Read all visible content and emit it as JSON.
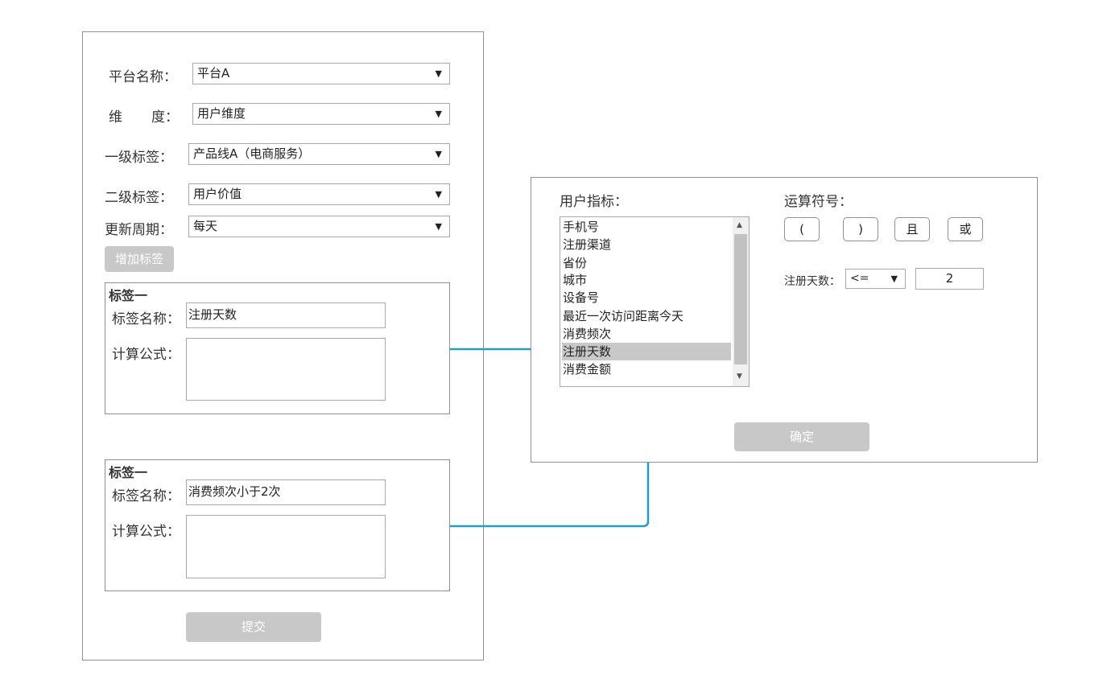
{
  "form": {
    "platform_label": "平台名称：",
    "platform_value": "平台A",
    "dimension_label_1": "维",
    "dimension_label_2": "度：",
    "dimension_value": "用户维度",
    "tag1_label": "一级标签：",
    "tag1_value": "产品线A（电商服务）",
    "tag2_label": "二级标签：",
    "tag2_value": "用户价值",
    "cycle_label": "更新周期：",
    "cycle_value": "每天",
    "add_tag_button": "增加标签",
    "submit_button": "提交",
    "tags": [
      {
        "title": "标签一",
        "name_label": "标签名称：",
        "name_value": "注册天数",
        "formula_label": "计算公式：",
        "formula_value": ""
      },
      {
        "title": "标签一",
        "name_label": "标签名称：",
        "name_value": "消费频次小于2次",
        "formula_label": "计算公式：",
        "formula_value": ""
      }
    ]
  },
  "dialog": {
    "metrics_label": "用户指标：",
    "metrics": [
      "手机号",
      "注册渠道",
      "省份",
      "城市",
      "设备号",
      "最近一次访问距离今天",
      "消费频次",
      "注册天数",
      "消费金额"
    ],
    "selected_metric": "注册天数",
    "operators_label": "运算符号：",
    "operators": [
      "(",
      ")",
      "且",
      "或"
    ],
    "condition_label": "注册天数：",
    "condition_operator": "<=",
    "condition_value": "2",
    "confirm_button": "确定"
  },
  "arrow_glyphs": {
    "dropdown": "▼",
    "scroll_up": "▲",
    "scroll_down": "▼"
  },
  "colors": {
    "connector": "#1a9fd0",
    "button_gray": "#c8c8c8",
    "border": "#8f8f8f"
  }
}
